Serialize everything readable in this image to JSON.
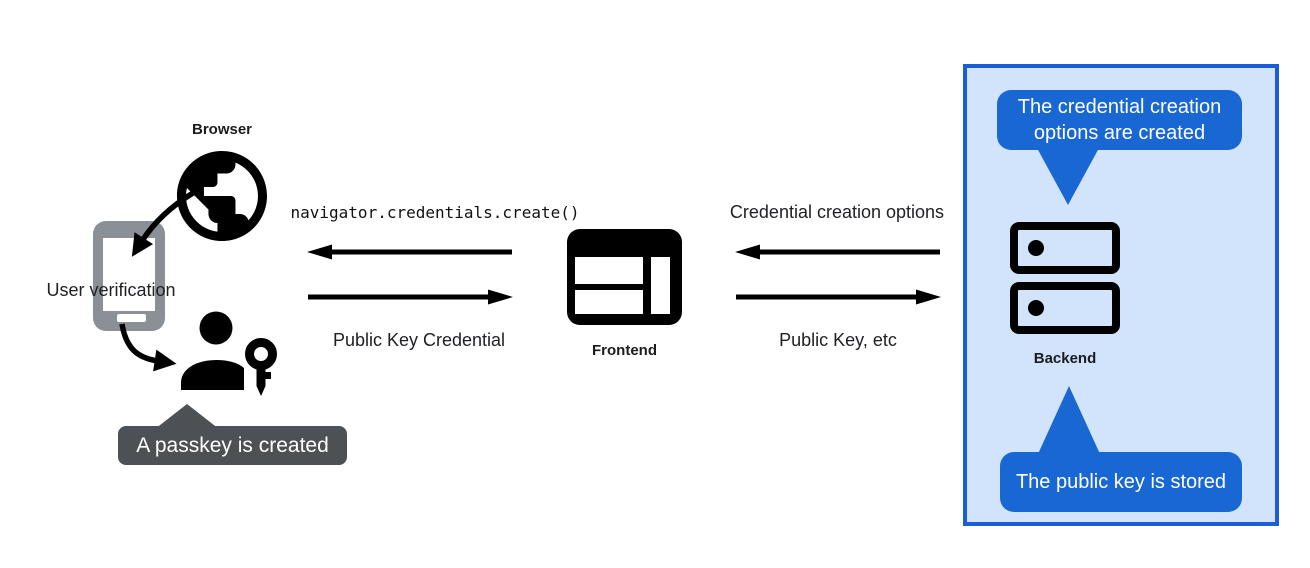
{
  "diagram": {
    "actors": {
      "browser": {
        "label": "Browser"
      },
      "authenticator": {
        "label": "User verification",
        "tooltip": "A passkey is created"
      },
      "frontend": {
        "label": "Frontend"
      },
      "backend": {
        "label": "Backend"
      }
    },
    "messages": {
      "frontend_to_browser": "navigator.credentials.create()",
      "browser_to_frontend": "Public Key Credential",
      "backend_to_frontend": "Credential creation options",
      "frontend_to_backend": "Public Key, etc"
    },
    "backend_panel": {
      "callout_top": "The credential creation options are created",
      "callout_bottom": "The public key is stored"
    }
  },
  "colors": {
    "ink": "#202124",
    "callout_blue": "#1967d2",
    "panel_border": "#1b5cd8",
    "panel_fill": "#d2e3fc",
    "tooltip_gray": "#4d5156",
    "phone_gray": "#8a9095"
  }
}
